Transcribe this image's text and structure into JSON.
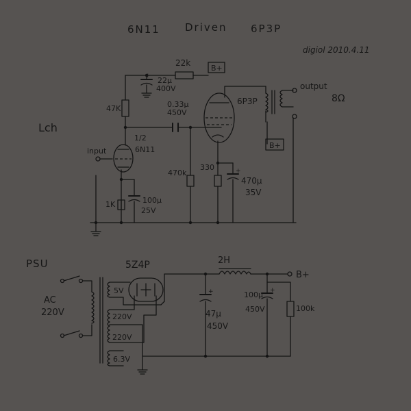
{
  "title": {
    "left": "6N11",
    "middle": "Driven",
    "right": "6P3P"
  },
  "signature": "digiol 2010.4.11",
  "amp": {
    "channel": "Lch",
    "input_label": "input",
    "output_label": "output",
    "output_impedance": "8Ω",
    "r_dropper": "22k",
    "bplus_top": "B+",
    "bplus_mid": "B+",
    "c_decouple": [
      "22μ",
      "400V"
    ],
    "r_plate": "47K",
    "c_coupling": [
      "0.33μ",
      "450V"
    ],
    "tube_driver_half": "1/2",
    "tube_driver": "6N11",
    "tube_output": "6P3P",
    "r_grid": "470k",
    "r_cathode_driver": "1K",
    "c_cathode_driver": [
      "100μ",
      "25V"
    ],
    "r_cathode_output": "330",
    "c_cathode_output": [
      "470μ",
      "35V"
    ]
  },
  "psu": {
    "label": "PSU",
    "rectifier": "5Z4P",
    "ac_label": [
      "AC",
      "220V"
    ],
    "choke": "2H",
    "bplus": "B+",
    "winding_5v": "5V",
    "winding_hv_a": "220V",
    "winding_hv_b": "220V",
    "winding_heater": "6.3V",
    "c_first": [
      "47μ",
      "450V"
    ],
    "c_second": [
      "100μ",
      "450V"
    ],
    "r_bleeder": "100k"
  }
}
